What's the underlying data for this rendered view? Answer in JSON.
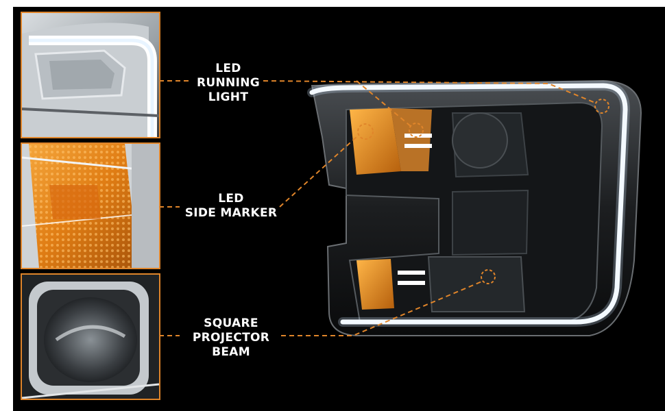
{
  "accent_color": "#e0852a",
  "callouts": [
    {
      "lines": [
        "LED",
        "RUNNING",
        "LIGHT"
      ]
    },
    {
      "lines": [
        "LED",
        "SIDE MARKER"
      ]
    },
    {
      "lines": [
        "SQUARE",
        "PROJECTOR",
        "BEAM"
      ]
    }
  ]
}
